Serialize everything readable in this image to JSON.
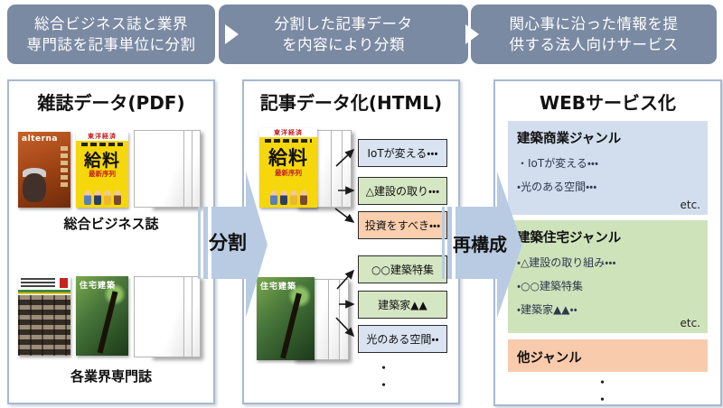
{
  "colors": {
    "flow_bar": "#7b8aa3",
    "arrow_blue": "#b8cbe3",
    "panel_border": "#a8b9d0",
    "box_blue": "#dae3f1",
    "box_green": "#d5e6c3",
    "box_orange": "#f9cfae",
    "genre_blue": "#d2deee",
    "genre_green": "#cfe3bb",
    "genre_orange": "#f8cbad"
  },
  "flow": {
    "steps": [
      {
        "line1": "総合ビジネス誌と業界",
        "line2": "専門誌を記事単位に分割"
      },
      {
        "line1": "分割した記事データ",
        "line2": "を内容により分類"
      },
      {
        "line1": "関心事に沿った情報を提",
        "line2": "供する法人向けサービス"
      }
    ]
  },
  "arrows": {
    "split": "分割",
    "restructure": "再構成"
  },
  "magazines_panel": {
    "title": "雑誌データ(PDF)",
    "business_label": "総合ビジネス誌",
    "industry_label": "各業界専門誌",
    "covers": {
      "alterna": {
        "title": "alterna"
      },
      "toyokeizai": {
        "masthead": "東洋経済",
        "headline": "給料",
        "subhead": "最新序列"
      },
      "jutaku": {
        "title": "住宅建築"
      }
    }
  },
  "articles_panel": {
    "title": "記事データ化(HTML)",
    "business_articles": [
      {
        "text": "IoTが変える・・・"
      },
      {
        "text": "△建設の取り・・・"
      },
      {
        "text": "投資をすべき・・・"
      }
    ],
    "industry_articles": [
      {
        "text": "○○建築特集"
      },
      {
        "text": "建築家▲▲"
      },
      {
        "text": "光のある空間・・"
      }
    ],
    "continuation_dots": [
      "・",
      "・"
    ]
  },
  "web_panel": {
    "title": "WEBサービス化",
    "genres": [
      {
        "name": "建築商業ジャンル",
        "items": [
          "・IoTが変える・・・",
          "・光のある空間・・・"
        ],
        "etc": "etc."
      },
      {
        "name": "建築住宅ジャンル",
        "items": [
          "・△建設の取り組み・・・",
          "・○○建築特集",
          "・建築家▲▲・・"
        ],
        "etc": "etc."
      },
      {
        "name": "他ジャンル"
      }
    ],
    "continuation_dots": [
      "・",
      "・"
    ]
  }
}
